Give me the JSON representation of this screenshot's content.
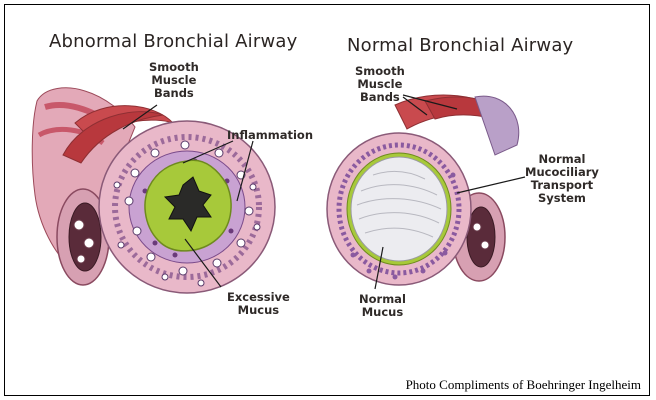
{
  "panels": {
    "abnormal": {
      "title": "Abnormal Bronchial Airway",
      "smooth_muscle": [
        "Smooth",
        "Muscle",
        "Bands"
      ],
      "inflammation": "Inflammation",
      "excessive_mucus": [
        "Excessive",
        "Mucus"
      ]
    },
    "normal": {
      "title": "Normal Bronchial Airway",
      "smooth_muscle": [
        "Smooth",
        "Muscle",
        "Bands"
      ],
      "transport": [
        "Normal",
        "Mucociliary",
        "Transport",
        "System"
      ],
      "normal_mucus": [
        "Normal",
        "Mucus"
      ]
    }
  },
  "credit": "Photo Compliments of Boehringer Ingelheim",
  "colors": {
    "tissue_pink": "#e9b8c9",
    "muscle_red": "#c94a4e",
    "purple_cells": "#8a5aa0",
    "mucus_green": "#a7c93a",
    "lumen_dark": "#2a2a28",
    "normal_lumen": "#ececf0"
  }
}
